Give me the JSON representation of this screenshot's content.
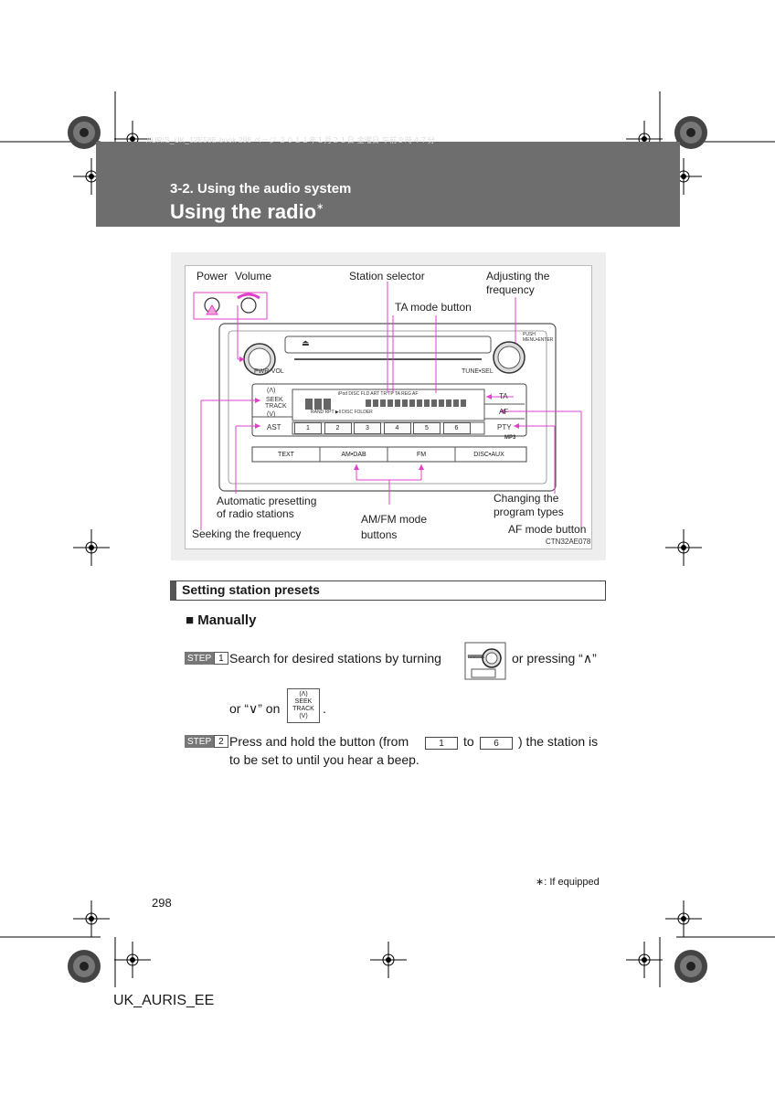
{
  "header": {
    "file_info": "AURIS_UK_12E58E.book  298 ページ  ２０１１年１月２１日  金曜日  午前９時４７分",
    "section": "3-2. Using the audio system",
    "title": "Using the radio",
    "title_mark": "∗"
  },
  "figure": {
    "callouts": {
      "power": "Power",
      "volume": "Volume",
      "station_selector": "Station selector",
      "adjusting_frequency_1": "Adjusting the",
      "adjusting_frequency_2": "frequency",
      "ta_mode_button": "TA mode button",
      "auto_preset_1": "Automatic presetting",
      "auto_preset_2": "of radio stations",
      "seeking": "Seeking the frequency",
      "amfm_1": "AM/FM mode",
      "amfm_2": "buttons",
      "changing_1": "Changing the",
      "changing_2": "program types",
      "af_mode_button": "AF mode button"
    },
    "code": "CTN32AE078",
    "unit": {
      "pwr_vol": "PWR•VOL",
      "tune_sel": "TUNE•SEL",
      "push_menu": "PUSH MENU•ENTER",
      "seek_up": "(Λ)",
      "seek": "SEEK",
      "track": "TRACK",
      "seek_down": "(V)",
      "ast": "AST",
      "ta": "TA",
      "af": "AF",
      "pty": "PTY",
      "eject": "⏏",
      "mp3": "MP3",
      "presets": [
        "1",
        "2",
        "3",
        "4",
        "5",
        "6"
      ],
      "mode_buttons": [
        "TEXT",
        "AM•DAB",
        "FM",
        "DISC•AUX"
      ],
      "display_top": "iPod DISC   FLD  ART   TR         TP  TA  REG  AF",
      "display_bottom": "RAND     RPT      ▶‖ DISC      FOLDER"
    }
  },
  "section": {
    "heading": "Setting station presets",
    "subheading_bullet": "■",
    "subheading": "Manually",
    "step1": {
      "badge": "STEP",
      "num": "1",
      "text_a": "Search for desired stations by turning",
      "text_b": "or pressing “",
      "up_glyph": "∧",
      "text_c": "”",
      "text_d": "or “",
      "down_glyph": "∨",
      "text_e": "” on",
      "text_f": ".",
      "knob_label": "TUNE•SEL",
      "seek_up": "(Λ)",
      "seek": "SEEK",
      "track": "TRACK",
      "seek_down": "(V)"
    },
    "step2": {
      "badge": "STEP",
      "num": "2",
      "text_a": "Press and hold the button (from",
      "from_key": "1",
      "text_b": "to",
      "to_key": "6",
      "text_c": ") the station is",
      "line2": "to be set to until you hear a beep."
    }
  },
  "footer": {
    "footnote": "∗: If equipped",
    "page_number": "298",
    "doc_code": "UK_AURIS_EE"
  },
  "colors": {
    "header_band": "#6e6e6e",
    "callout_line": "#e040c8",
    "figure_bg": "#eeeeee"
  }
}
